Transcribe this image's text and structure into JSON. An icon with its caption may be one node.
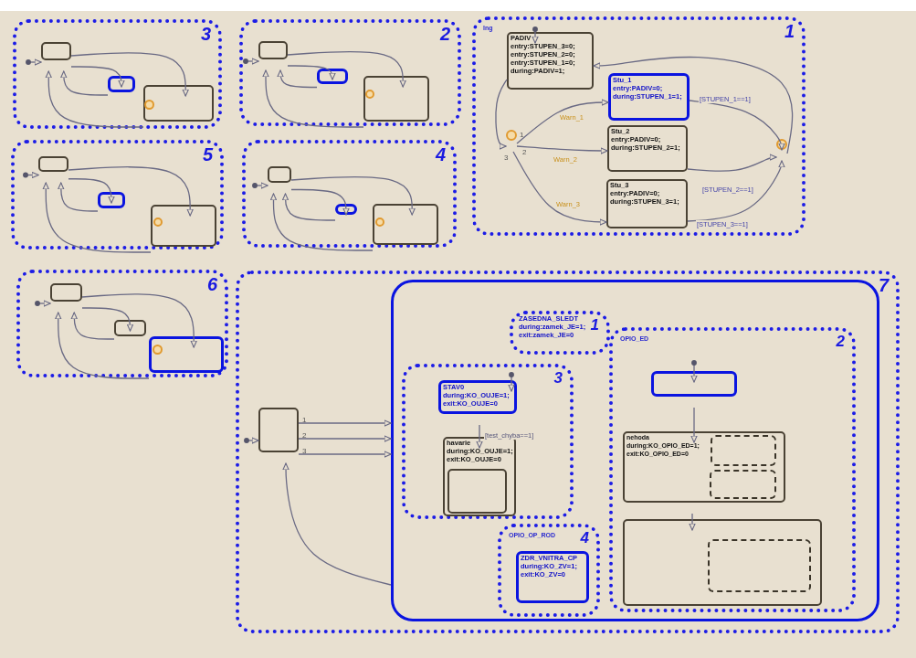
{
  "diagram": {
    "nodes": [
      {
        "text": [
          "3"
        ]
      },
      {
        "text": [],
        "shape": "box",
        "in": 0
      },
      {
        "text": [],
        "shape": "box",
        "in": 0
      },
      {
        "text": [],
        "shape": "box",
        "in": 0
      },
      {
        "text": [],
        "shape": "circle",
        "in": 3
      },
      {
        "text": [
          "2"
        ]
      },
      {
        "text": [],
        "shape": "box",
        "in": 5
      },
      {
        "text": [],
        "shape": "box",
        "in": 5
      },
      {
        "text": [],
        "shape": "box",
        "in": 5
      },
      {
        "text": [],
        "shape": "circle",
        "in": 8
      },
      {
        "text": [
          "5"
        ]
      },
      {
        "text": [],
        "shape": "box",
        "in": 10
      },
      {
        "text": [],
        "shape": "box",
        "in": 10
      },
      {
        "text": [],
        "shape": "box",
        "in": 10
      },
      {
        "text": [],
        "shape": "circle",
        "in": 13
      },
      {
        "text": [
          "4"
        ]
      },
      {
        "text": [],
        "shape": "box",
        "in": 15
      },
      {
        "text": [],
        "shape": "box",
        "in": 15
      },
      {
        "text": [],
        "shape": "box",
        "in": 15
      },
      {
        "text": [],
        "shape": "circle",
        "in": 18
      },
      {
        "text": [
          "lng",
          "1"
        ]
      },
      {
        "text": [
          "PADIV",
          "entry:STUPEN_3=0;",
          "entry:STUPEN_2=0;",
          "entry:STUPEN_1=0;",
          "during:PADIV=1;"
        ],
        "in": 20
      },
      {
        "text": [
          "Stu_1",
          "entry:PADIV=0;",
          "during:STUPEN_1=1;"
        ],
        "in": 20
      },
      {
        "text": [
          "Stu_2",
          "entry:PADIV=0;",
          "during:STUPEN_2=1;"
        ],
        "in": 20
      },
      {
        "text": [
          "Stu_3",
          "entry:PADIV=0;",
          "during:STUPEN_3=1;"
        ],
        "in": 20
      },
      {
        "text": [],
        "shape": "circle",
        "in": 20
      },
      {
        "text": [],
        "shape": "circle",
        "in": 20
      },
      {
        "text": [
          "6"
        ]
      },
      {
        "text": [],
        "shape": "box",
        "in": 27
      },
      {
        "text": [],
        "shape": "box",
        "in": 27
      },
      {
        "text": [],
        "shape": "box",
        "in": 27
      },
      {
        "text": [],
        "shape": "circle",
        "in": 30
      },
      {
        "text": [
          "7"
        ]
      },
      {
        "text": [],
        "shape": "box",
        "in": 32
      },
      {
        "text": [],
        "shape": "box",
        "in": 32
      },
      {
        "text": [
          "ZASEDNA_SLEDT",
          "during:zamek_JE=1;",
          "exit:zamek_JE=0",
          "1"
        ],
        "in": 34
      },
      {
        "text": [
          "3"
        ],
        "in": 34
      },
      {
        "text": [
          "STAV0",
          "during:KO_OUJE=1;",
          "exit:KO_OUJE=0"
        ],
        "in": 36
      },
      {
        "text": [
          "havarie",
          "during:KO_OUJE=1;",
          "exit:KO_OUJE=0"
        ],
        "in": 36
      },
      {
        "text": [],
        "shape": "box",
        "in": 38
      },
      {
        "text": [
          "OPIO_OP_ROD",
          "4"
        ],
        "in": 34
      },
      {
        "text": [
          "ZDR_VNITRA_CP",
          "during:KO_ZV=1;",
          "exit:KO_ZV=0"
        ],
        "in": 40
      },
      {
        "text": [
          "OPIO_ED",
          "2"
        ],
        "in": 34
      },
      {
        "text": [],
        "shape": "box",
        "in": 42
      },
      {
        "text": [
          "nehoda",
          "during:KO_OPIO_ED=1;",
          "exit:KO_OPIO_ED=0"
        ],
        "in": 42
      },
      {
        "text": [],
        "shape": "box",
        "in": 44
      },
      {
        "text": [],
        "shape": "box",
        "in": 44
      },
      {
        "text": [],
        "shape": "box",
        "in": 42
      },
      {
        "text": [],
        "shape": "box",
        "in": 47
      }
    ],
    "edges": [
      {
        "from": null,
        "to": 1,
        "arrow": "to"
      },
      {
        "from": 1,
        "to": 2,
        "arrow": "to"
      },
      {
        "from": 1,
        "to": 3,
        "arrow": "to"
      },
      {
        "from": 2,
        "to": 1,
        "arrow": "to"
      },
      {
        "from": 3,
        "to": 1,
        "arrow": "to"
      },
      {
        "from": null,
        "to": 6,
        "arrow": "to"
      },
      {
        "from": 6,
        "to": 7,
        "arrow": "to"
      },
      {
        "from": 6,
        "to": 8,
        "arrow": "to"
      },
      {
        "from": 7,
        "to": 6,
        "arrow": "to"
      },
      {
        "from": 8,
        "to": 6,
        "arrow": "to"
      },
      {
        "from": null,
        "to": 11,
        "arrow": "to"
      },
      {
        "from": 11,
        "to": 12,
        "arrow": "to"
      },
      {
        "from": 11,
        "to": 13,
        "arrow": "to"
      },
      {
        "from": 12,
        "to": 11,
        "arrow": "to"
      },
      {
        "from": 13,
        "to": 11,
        "arrow": "to"
      },
      {
        "from": null,
        "to": 16,
        "arrow": "to"
      },
      {
        "from": 16,
        "to": 17,
        "arrow": "to"
      },
      {
        "from": 16,
        "to": 18,
        "arrow": "to"
      },
      {
        "from": 17,
        "to": 16,
        "arrow": "to"
      },
      {
        "from": 18,
        "to": 16,
        "arrow": "to"
      },
      {
        "from": null,
        "to": 21,
        "arrow": "to"
      },
      {
        "from": 21,
        "to": 25,
        "arrow": "to"
      },
      {
        "from": 25,
        "to": 22,
        "arrow": "to",
        "label": "Warn_1"
      },
      {
        "from": 25,
        "to": 23,
        "arrow": "to",
        "label": "Warn_2"
      },
      {
        "from": 25,
        "to": 24,
        "arrow": "to",
        "label": "Warn_3"
      },
      {
        "from": 22,
        "to": 26,
        "arrow": "to",
        "label": "[STUPEN_1==1]"
      },
      {
        "from": 23,
        "to": 26,
        "arrow": "to",
        "label": "[STUPEN_2==1]"
      },
      {
        "from": 24,
        "to": 26,
        "arrow": "to",
        "label": "[STUPEN_3==1]"
      },
      {
        "from": 26,
        "to": 21,
        "arrow": "to"
      },
      {
        "from": null,
        "to": 28,
        "arrow": "to"
      },
      {
        "from": 28,
        "to": 29,
        "arrow": "to"
      },
      {
        "from": 28,
        "to": 30,
        "arrow": "to"
      },
      {
        "from": 29,
        "to": 28,
        "arrow": "to"
      },
      {
        "from": 30,
        "to": 28,
        "arrow": "to"
      },
      {
        "from": null,
        "to": 33,
        "arrow": "to"
      },
      {
        "from": 33,
        "to": 34,
        "arrow": "to"
      },
      {
        "from": 33,
        "to": 34,
        "arrow": "to"
      },
      {
        "from": 33,
        "to": 34,
        "arrow": "to"
      },
      {
        "from": 34,
        "to": 33,
        "arrow": "to"
      },
      {
        "from": null,
        "to": 37,
        "arrow": "to"
      },
      {
        "from": 37,
        "to": 38,
        "arrow": "to",
        "label": "[test_chyba==1]"
      },
      {
        "from": null,
        "to": 43,
        "arrow": "to"
      },
      {
        "from": 43,
        "to": 44,
        "arrow": "to"
      },
      {
        "from": 44,
        "to": 47,
        "arrow": "to"
      }
    ],
    "labels": [
      "1",
      "2",
      "3",
      "1",
      "2",
      "3"
    ]
  }
}
